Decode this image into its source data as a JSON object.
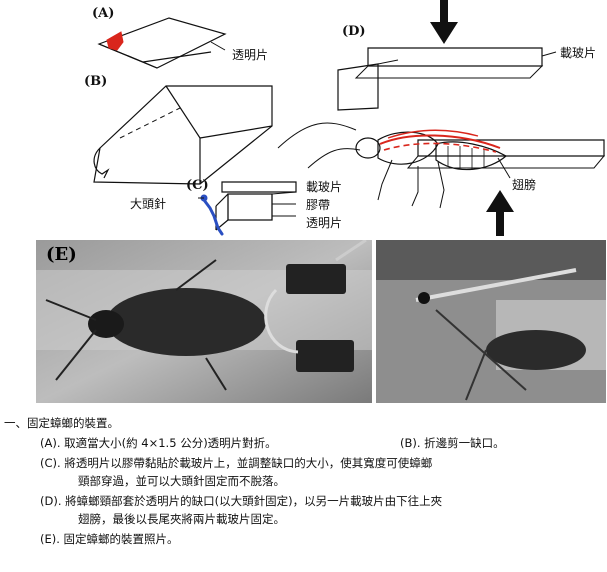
{
  "panels": {
    "a": {
      "label": "(A)",
      "callout": "透明片"
    },
    "b": {
      "label": "(B)"
    },
    "c": {
      "label": "(C)",
      "pin": "大頭針",
      "slide": "載玻片",
      "tape": "膠帶",
      "film": "透明片"
    },
    "d": {
      "label": "(D)",
      "slide": "載玻片",
      "wing": "翅膀"
    },
    "e": {
      "label": "(E)"
    }
  },
  "caption": {
    "heading": "一、固定蟑螂的裝置。",
    "items": [
      {
        "text": "(A). 取適當大小(約 4×1.5 公分)透明片對折。"
      },
      {
        "text": "(B). 折邊剪一缺口。"
      },
      {
        "text": "(C). 將透明片以膠帶黏貼於載玻片上，並調整缺口的大小，使其寬度可使蟑螂"
      },
      {
        "text": "頸部穿過，並可以大頭針固定而不脫落。"
      },
      {
        "text": "(D). 將蟑螂頸部套於透明片的缺口(以大頭針固定)，以另一片載玻片由下往上夾"
      },
      {
        "text": "翅膀，最後以長尾夾將兩片載玻片固定。"
      },
      {
        "text": "(E). 固定蟑螂的裝置照片。"
      }
    ]
  },
  "colors": {
    "red": "#d9261c",
    "blue": "#2a4fc2",
    "ink": "#111111"
  }
}
